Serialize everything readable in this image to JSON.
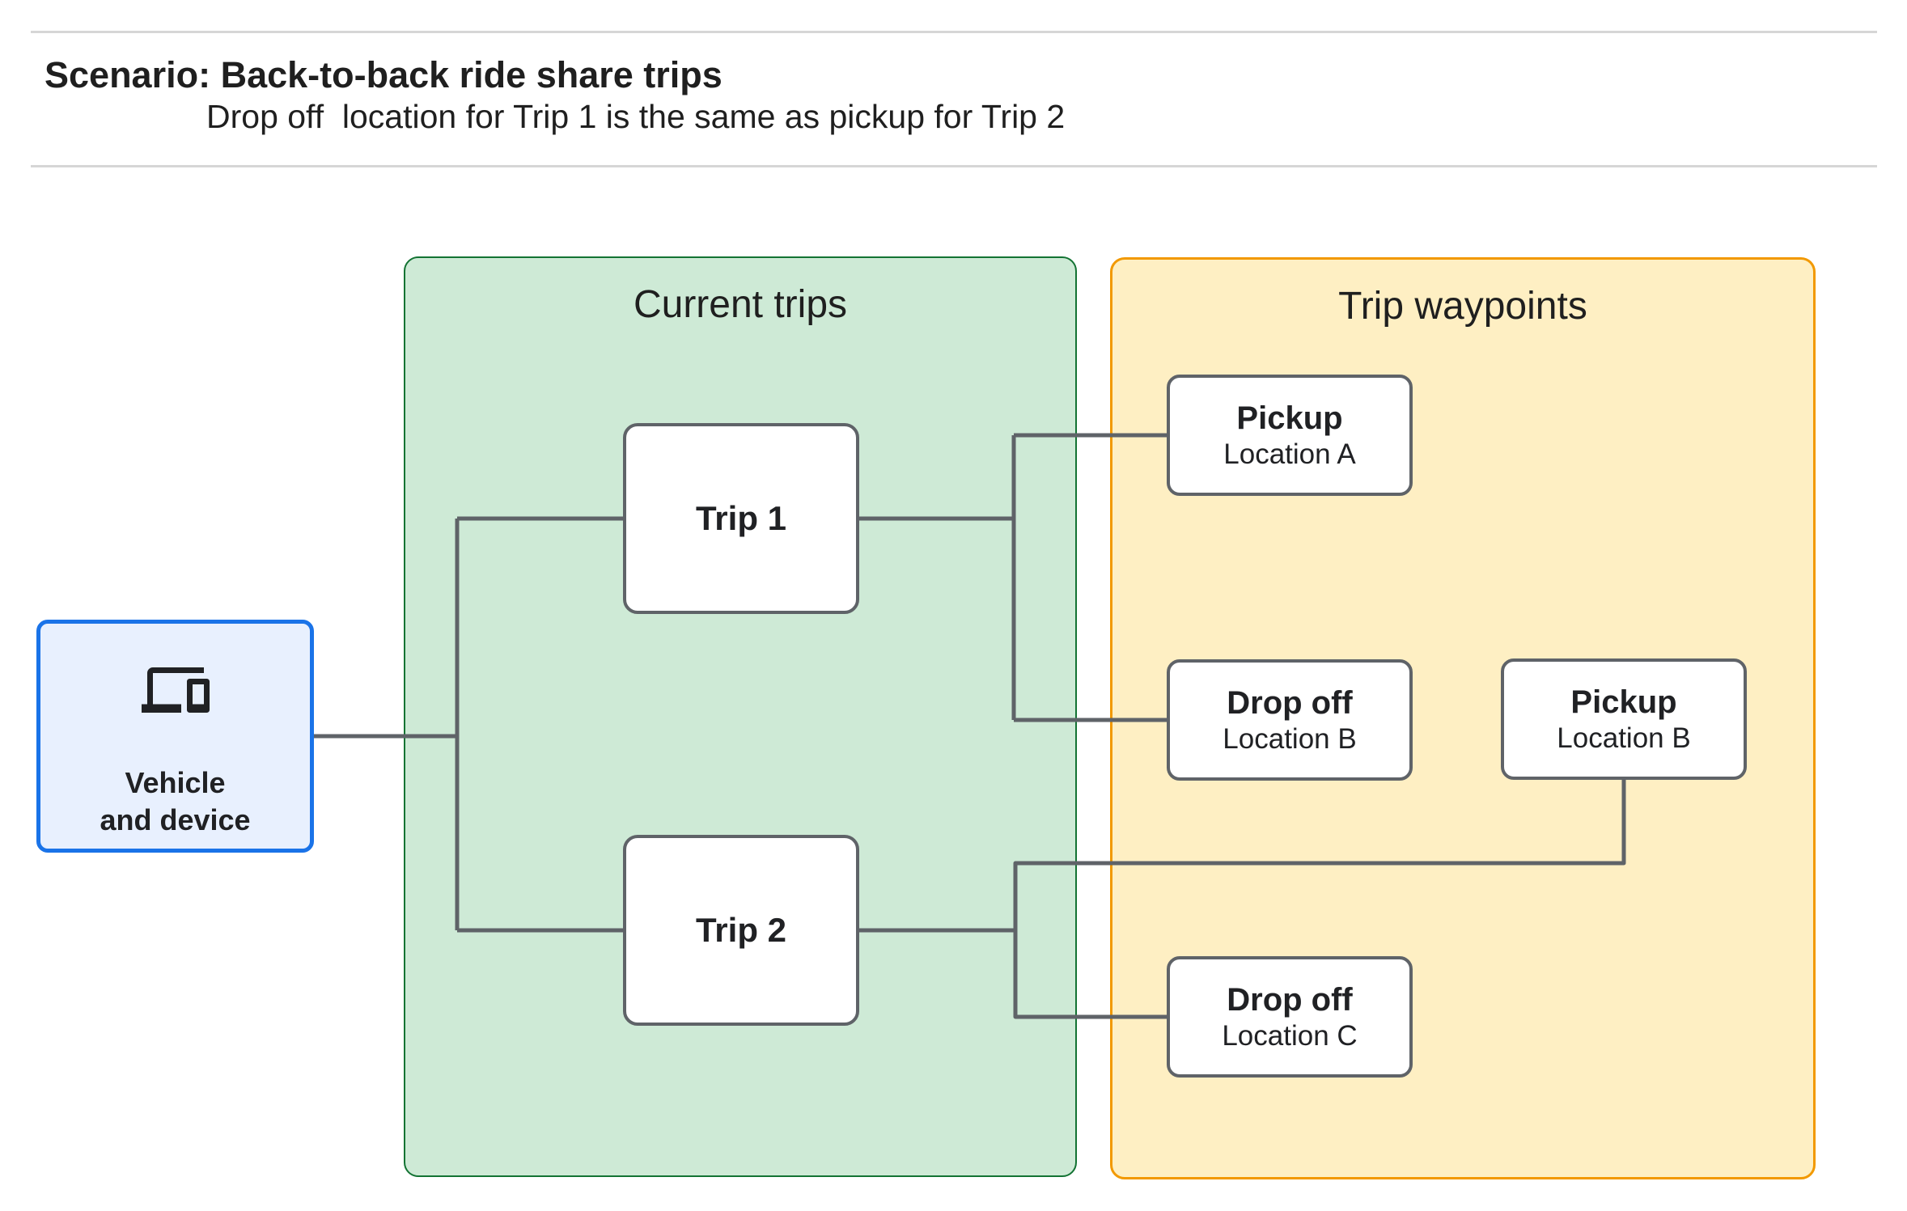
{
  "header": {
    "title": "Scenario: Back-to-back ride share trips",
    "subtitle": "Drop off  location for Trip 1 is the same as pickup for Trip 2"
  },
  "diagram": {
    "vehicle_box": {
      "icon": "devices-icon",
      "label_line1": "Vehicle",
      "label_line2": "and device"
    },
    "containers": [
      {
        "id": "current-trips",
        "title": "Current trips"
      },
      {
        "id": "trip-waypoints",
        "title": "Trip waypoints"
      }
    ],
    "trips": [
      {
        "label": "Trip 1"
      },
      {
        "label": "Trip 2"
      }
    ],
    "waypoints": [
      {
        "type": "Pickup",
        "location": "Location A"
      },
      {
        "type": "Drop off",
        "location": "Location B"
      },
      {
        "type": "Pickup",
        "location": "Location B"
      },
      {
        "type": "Drop off",
        "location": "Location C"
      }
    ],
    "colors": {
      "blue_fill": "#e8f0fe",
      "blue_border": "#1a73e8",
      "green_fill": "#ceead6",
      "green_border": "#137333",
      "yellow_fill": "#feefc3",
      "orange_border": "#f29900",
      "connector_gray": "#5f6368",
      "divider_gray": "#d6d6d6",
      "text_dark": "#202124"
    }
  }
}
